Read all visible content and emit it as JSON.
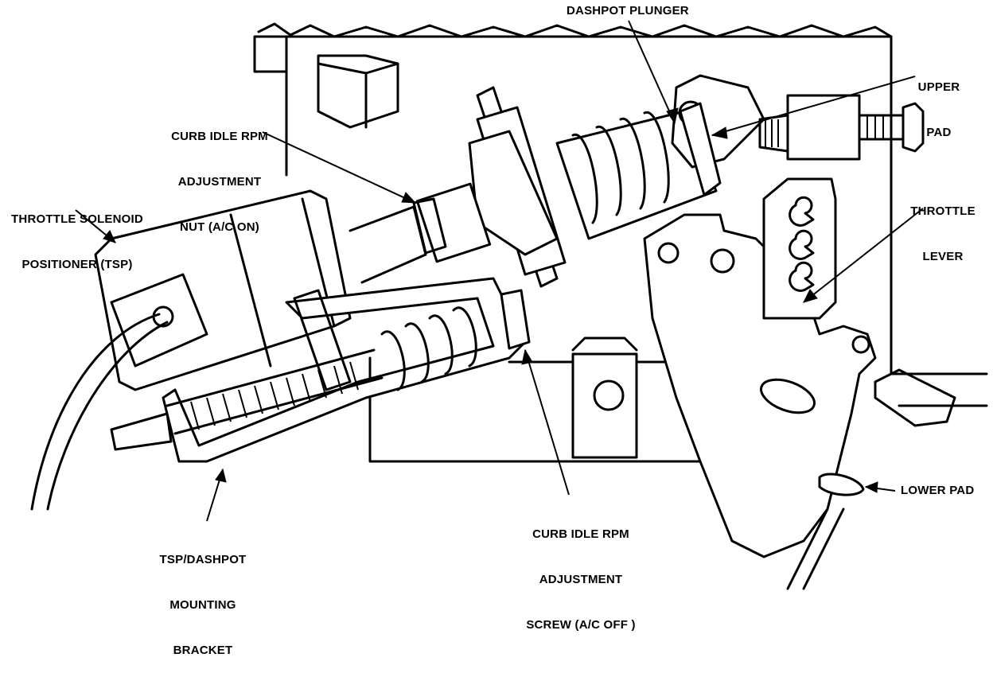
{
  "labels": {
    "dashpot_plunger": "DASHPOT PLUNGER",
    "upper_pad_1": "UPPER",
    "upper_pad_2": "PAD",
    "curb_nut_1": "CURB IDLE RPM",
    "curb_nut_2": "ADJUSTMENT",
    "curb_nut_3": "NUT (A/C ON)",
    "tsp_1": "THROTTLE SOLENOID",
    "tsp_2": "POSITIONER (TSP)",
    "throttle_lever_1": "THROTTLE",
    "throttle_lever_2": "LEVER",
    "lower_pad": "LOWER PAD",
    "curb_screw_1": "CURB IDLE RPM",
    "curb_screw_2": "ADJUSTMENT",
    "curb_screw_3": "SCREW (A/C OFF )",
    "bracket_1": "TSP/DASHPOT",
    "bracket_2": "MOUNTING",
    "bracket_3": "BRACKET"
  }
}
